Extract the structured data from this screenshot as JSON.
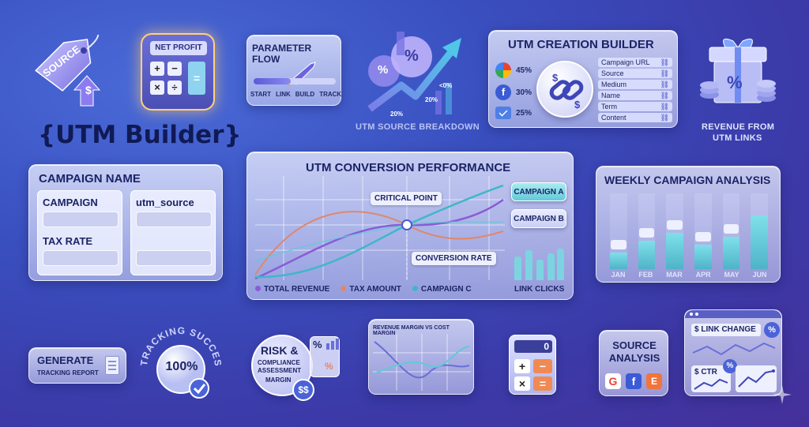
{
  "source_tag": {
    "label": "SOURCE",
    "dollar": "$"
  },
  "app_title": "{UTM Builder}",
  "net_profit": {
    "label": "NET PROFIT",
    "keys": [
      "+",
      "−",
      "×",
      "÷",
      "="
    ]
  },
  "parameter_flow": {
    "title": "PARAMETER FLOW",
    "steps": [
      "START",
      "LINK",
      "BUILD",
      "TRACK"
    ]
  },
  "source_breakdown": {
    "title": "UTM SOURCE BREAKDOWN",
    "pct_left": "%",
    "pct_main": "%",
    "lbl1": "<0%",
    "lbl2": "20%",
    "lbl3": "20%"
  },
  "creation_builder": {
    "title": "UTM CREATION BUILDER",
    "sources": [
      {
        "icon": "google-icon",
        "pct": "45%"
      },
      {
        "icon": "facebook-icon",
        "pct": "30%"
      },
      {
        "icon": "mail-icon",
        "pct": "25%"
      }
    ],
    "params": [
      "Campaign URL",
      "Source",
      "Medium",
      "Name",
      "Term",
      "Content"
    ]
  },
  "revenue_links": {
    "title_line1": "REVENUE FROM",
    "title_line2": "UTM LINKS",
    "pct": "%"
  },
  "campaign_name": {
    "title": "CAMPAIGN NAME",
    "col1_label1": "CAMPAIGN",
    "col1_label2": "TAX RATE",
    "col2_label1": "utm_source"
  },
  "conversion": {
    "title": "UTM CONVERSION PERFORMANCE",
    "critical_point": "CRITICAL POINT",
    "conversion_rate": "CONVERSION RATE",
    "campaign_a": "CAMPAIGN A",
    "campaign_b": "CAMPAIGN B",
    "link_clicks": "LINK CLICKS",
    "legend": [
      "TOTAL REVENUE",
      "TAX AMOUNT",
      "CAMPAIGN C"
    ],
    "colors": {
      "revenue": "#8a5cd6",
      "tax": "#e0876a",
      "campaign": "#3fb7c9"
    }
  },
  "weekly": {
    "title": "WEEKLY CAMPAIGN ANALYSIS",
    "months": [
      "JAN",
      "FEB",
      "MAR",
      "APR",
      "MAY",
      "JUN"
    ],
    "values": [
      0.28,
      0.48,
      0.62,
      0.42,
      0.55,
      0.92
    ]
  },
  "generate": {
    "line1": "GENERATE",
    "line2": "TRACKING REPORT"
  },
  "tracking": {
    "arc_text": "TRACKING SUCCESS",
    "value": "100%"
  },
  "risk": {
    "line1": "RISK &",
    "line2": "COMPLIANCE",
    "line3": "ASSESSMENT",
    "line4": "MARGIN",
    "pct1": "%",
    "pct2": "%",
    "dollars": "$$"
  },
  "margin_chart": {
    "title": "REVENUE MARGIN VS COST MARGIN"
  },
  "calc": {
    "display": "0",
    "keys": [
      "+",
      "−",
      "×",
      "="
    ]
  },
  "source_analysis": {
    "line1": "SOURCE",
    "line2": "ANALYSIS",
    "badges": [
      "G",
      "f",
      "E"
    ]
  },
  "link_change": {
    "label": "$ LINK CHANGE",
    "ctr": "$ CTR",
    "pct": "%"
  }
}
